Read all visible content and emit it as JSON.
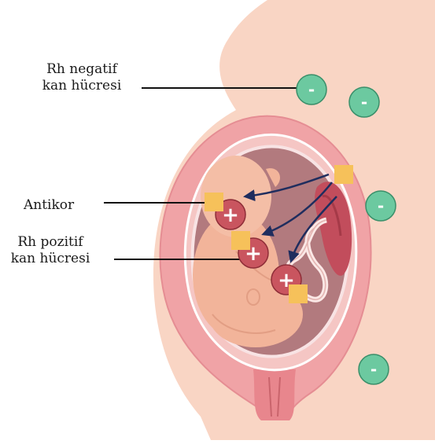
{
  "labels": {
    "rh_negative": [
      "Rh negatif",
      "kan hücresi"
    ],
    "antibody": "Antikor",
    "rh_positive": [
      "Rh pozitif",
      "kan hücresi"
    ]
  },
  "signs": {
    "negative": "-",
    "positive": "+"
  },
  "colors": {
    "skin": "#f9d5c4",
    "uterus_wall": "#f0a3a6",
    "amniotic": "#b27a7e",
    "fetus": "#f2b49a",
    "placenta": "#c24d5c",
    "rh_negative_cell": "#6cc9a0",
    "rh_positive_cell": "#c9555f",
    "antibody": "#f6c15a",
    "arrow": "#1f2d5e"
  }
}
